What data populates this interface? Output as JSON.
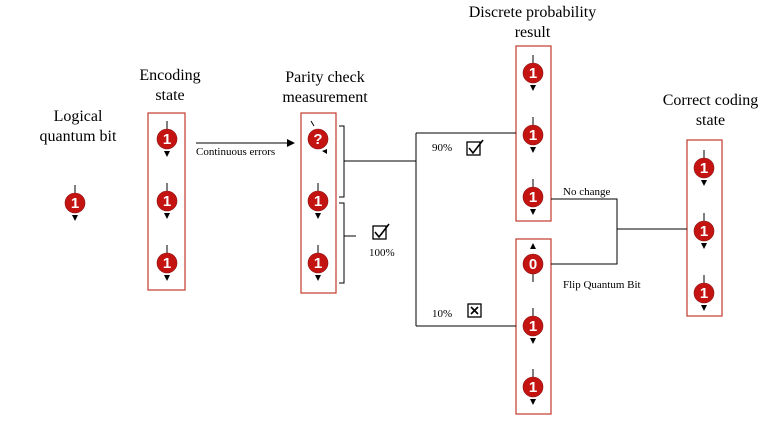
{
  "headings": {
    "logical": [
      "Logical",
      "quantum bit"
    ],
    "encoding": [
      "Encoding",
      "state"
    ],
    "parity": [
      "Parity check",
      "measurement"
    ],
    "discrete": [
      "Discrete probability",
      "result"
    ],
    "correct": [
      "Correct coding",
      "state"
    ]
  },
  "labels": {
    "continuous_errors": "Continuous errors",
    "p90": "90%",
    "p10": "10%",
    "p100": "100%",
    "no_change": "No change",
    "flip": "Flip Quantum Bit"
  },
  "qubits": {
    "logical": [
      "1"
    ],
    "encoding": [
      "1",
      "1",
      "1"
    ],
    "parity": [
      "?",
      "1",
      "1"
    ],
    "discrete_top": [
      "1",
      "1",
      "1"
    ],
    "discrete_bottom": [
      "0",
      "1",
      "1"
    ],
    "correct": [
      "1",
      "1",
      "1"
    ]
  },
  "icons": {
    "check": "checkbox-checked-icon",
    "cross": "checkbox-crossed-icon"
  },
  "colors": {
    "qubit_fill": "#c41412",
    "group_border": "#c0392b",
    "line": "#000000"
  }
}
